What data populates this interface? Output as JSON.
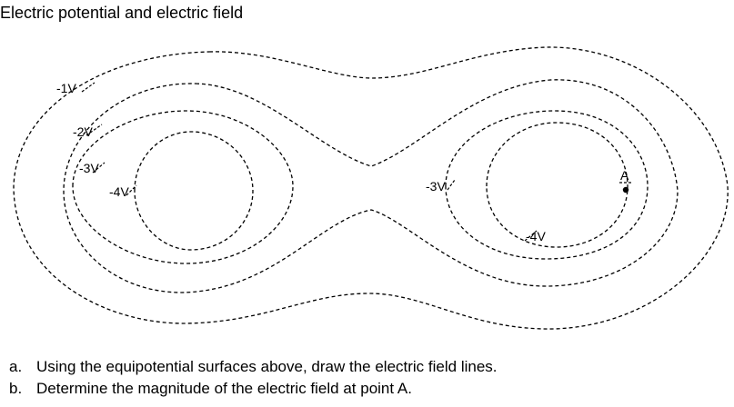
{
  "title": "Electric potential and electric field",
  "diagram": {
    "labels": {
      "outer_left": "-1V",
      "second_left": "-2V",
      "third_left": "-3V",
      "inner_left": "-4V",
      "third_right": "-3V",
      "inner_right": "-4V"
    },
    "point_label": "A"
  },
  "questions": [
    {
      "marker": "a.",
      "text": "Using the equipotential surfaces above, draw the electric field lines."
    },
    {
      "marker": "b.",
      "text": "Determine the magnitude of the electric field at point A."
    }
  ]
}
